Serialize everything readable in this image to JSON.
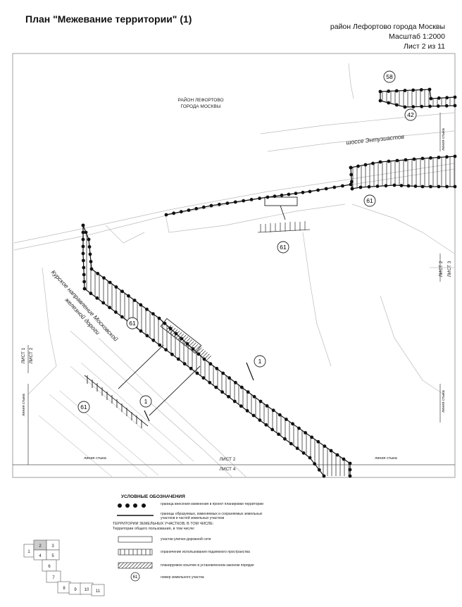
{
  "header": {
    "title": "План \"Межевание территории\" (1)",
    "district": "район Лефортово города Москвы",
    "scale": "Масштаб 1:2000",
    "sheet": "Лист 2 из 11"
  },
  "map": {
    "district_label_line1": "РАЙОН ЛЕФОРТОВО",
    "district_label_line2": "ГОРОДА МОСКВЫ",
    "highway_label": "шоссе Энтузиастов",
    "railway_label_line1": "Курское направление Московской",
    "railway_label_line2": "железной дороги",
    "junction_label": "линия стыка",
    "sheet_labels": {
      "list1": "ЛИСТ 1",
      "list2": "ЛИСТ 2",
      "list3": "ЛИСТ 3",
      "list4": "ЛИСТ 4"
    },
    "plot_numbers": {
      "p58": "58",
      "p42": "42",
      "p61": "61",
      "p1": "1"
    }
  },
  "legend": {
    "title": "УСЛОВНЫЕ ОБОЗНАЧЕНИЯ",
    "item_boundary": "граница внесения изменения в проект планировки территории",
    "item_lines": "границы образуемых, изменяемых и сохраняемых земельных участков и частей земельных участков",
    "section_heading": "ТЕРРИТОРИИ ЗЕМЕЛЬНЫХ УЧАСТКОВ, В ТОМ ЧИСЛЕ:",
    "section_sub": "Территории общего пользования, в том числе:",
    "item_road": "участки улично-дорожной сети",
    "item_underground": "ограничение использования подземного пространства",
    "item_planned": "планируемое изъятие в установленном законом порядке",
    "item_number_symbol": "61",
    "item_number": "номер земельного участка"
  },
  "index_grid": {
    "cells": [
      "1",
      "2",
      "3",
      "4",
      "5",
      "6",
      "7",
      "8",
      "9",
      "10",
      "11"
    ],
    "current_cell": "2"
  }
}
